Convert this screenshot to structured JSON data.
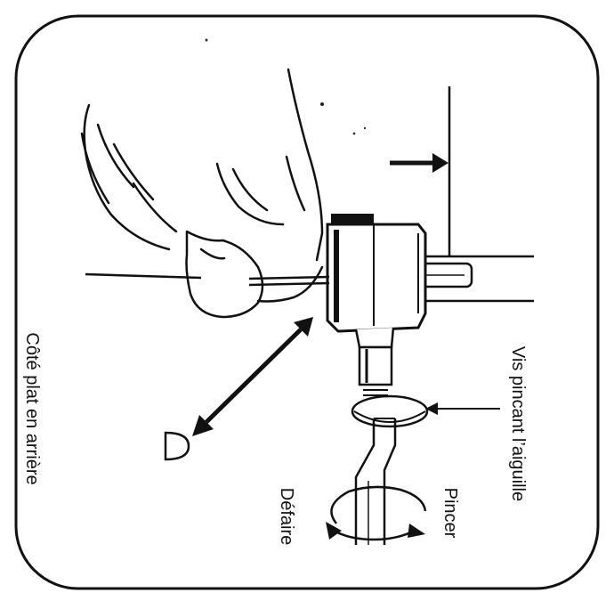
{
  "labels": {
    "flat_side_back": "Côté plat en arrière",
    "needle_clamp_screw": "Vis pincant l’aiguille",
    "tighten": "Pincer",
    "loosen": "Défaire"
  },
  "colors": {
    "ink": "#111111",
    "paper": "#ffffff"
  },
  "icons": {
    "flat_side": "d-shape-icon",
    "double_arrow": "double-arrow-icon",
    "rotation": "rotation-arrow-icon"
  }
}
